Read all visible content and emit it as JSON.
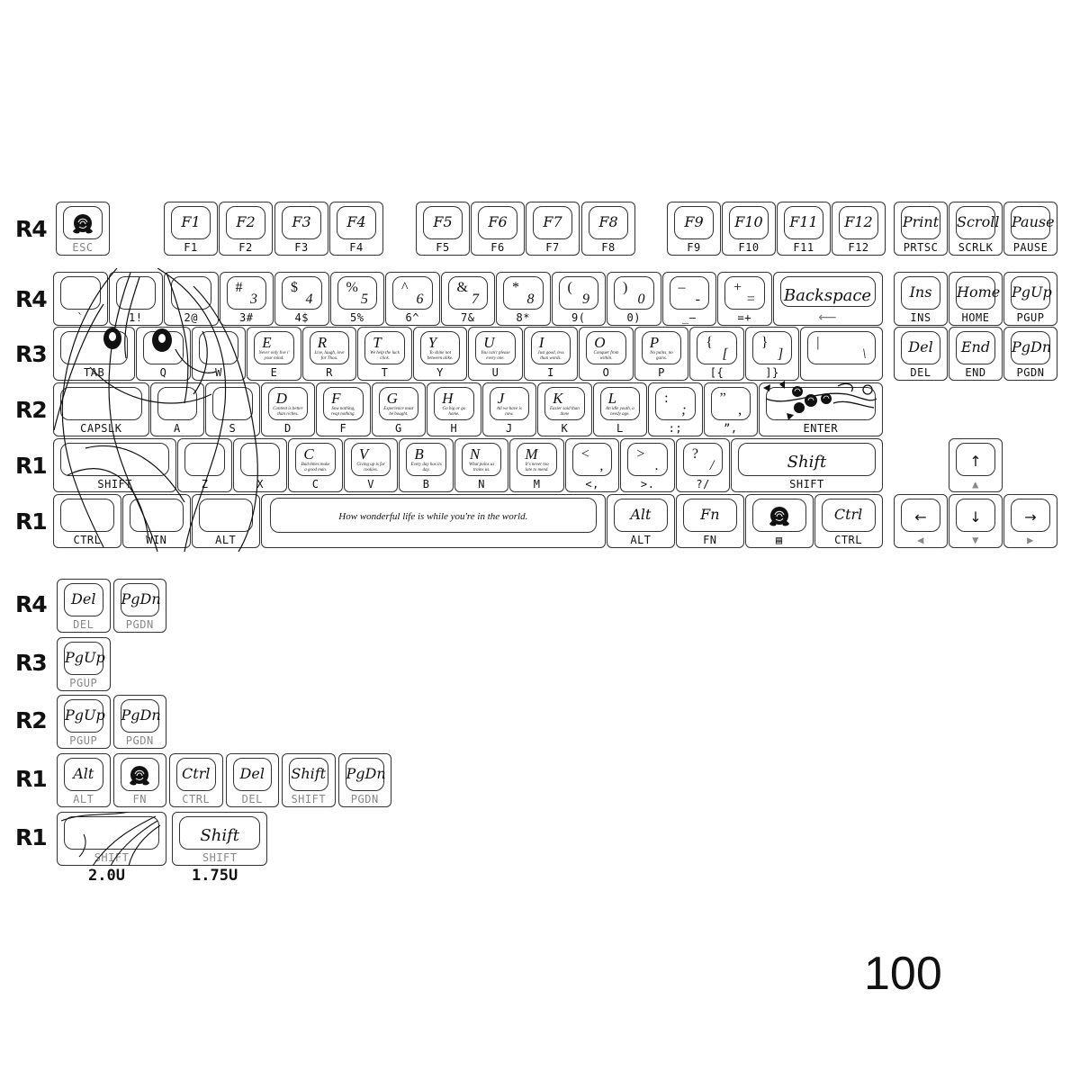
{
  "main": {
    "row_labels": [
      "R4",
      "R4",
      "R3",
      "R2",
      "R1",
      "R1"
    ],
    "rows": [
      {
        "keys": [
          {
            "icon": "rose",
            "sub": "ESC",
            "gray": true
          },
          {
            "legend": "F1",
            "sub": "F1"
          },
          {
            "legend": "F2",
            "sub": "F2"
          },
          {
            "legend": "F3",
            "sub": "F3"
          },
          {
            "legend": "F4",
            "sub": "F4"
          },
          {
            "legend": "F5",
            "sub": "F5"
          },
          {
            "legend": "F6",
            "sub": "F6"
          },
          {
            "legend": "F7",
            "sub": "F7"
          },
          {
            "legend": "F8",
            "sub": "F8"
          },
          {
            "legend": "F9",
            "sub": "F9"
          },
          {
            "legend": "F10",
            "sub": "F10"
          },
          {
            "legend": "F11",
            "sub": "F11"
          },
          {
            "legend": "F12",
            "sub": "F12"
          }
        ]
      },
      {
        "keys": [
          {
            "sub": "`"
          },
          {
            "sub": "1!"
          },
          {
            "sub": "2@"
          },
          {
            "top": "#",
            "bottom": "3",
            "sub": "3#"
          },
          {
            "top": "$",
            "bottom": "4",
            "sub": "4$"
          },
          {
            "top": "%",
            "bottom": "5",
            "sub": "5%"
          },
          {
            "top": "^",
            "bottom": "6",
            "sub": "6^"
          },
          {
            "top": "&",
            "bottom": "7",
            "sub": "7&"
          },
          {
            "top": "*",
            "bottom": "8",
            "sub": "8*"
          },
          {
            "top": "(",
            "bottom": "9",
            "sub": "9("
          },
          {
            "top": ")",
            "bottom": "0",
            "sub": "0)"
          },
          {
            "top": "–",
            "bottom": "-",
            "sub": "_–"
          },
          {
            "top": "+",
            "bottom": "=",
            "sub": "=+"
          },
          {
            "legend": "Backspace",
            "arrow": "⟵",
            "sub": ""
          }
        ]
      },
      {
        "keys": [
          {
            "sub": "TAB"
          },
          {
            "sub": "Q"
          },
          {
            "sub": "W"
          },
          {
            "letter": "E",
            "quote": "Never only live i' your mind.",
            "sub": "E"
          },
          {
            "letter": "R",
            "quote": "Live, laugh, love for Thou.",
            "sub": "R"
          },
          {
            "letter": "T",
            "quote": "We help the luck click.",
            "sub": "T"
          },
          {
            "letter": "Y",
            "quote": "To shine not between alike.",
            "sub": "Y"
          },
          {
            "letter": "U",
            "quote": "You can't please every one.",
            "sub": "U"
          },
          {
            "letter": "I",
            "quote": "Just good, less than words.",
            "sub": "I"
          },
          {
            "letter": "O",
            "quote": "Conquer from within.",
            "sub": "O"
          },
          {
            "letter": "P",
            "quote": "No pains, no gains.",
            "sub": "P"
          },
          {
            "top": "{",
            "bottom": "[",
            "sub": "[{"
          },
          {
            "top": "}",
            "bottom": "]",
            "sub": "]}"
          },
          {
            "top": "|",
            "bottom": "\\",
            "sub": ""
          }
        ]
      },
      {
        "keys": [
          {
            "sub": "CAPSLK"
          },
          {
            "sub": "A"
          },
          {
            "sub": "S"
          },
          {
            "letter": "D",
            "quote": "Content is better than riches.",
            "sub": "D"
          },
          {
            "letter": "F",
            "quote": "Sow nothing, reap nothing.",
            "sub": "F"
          },
          {
            "letter": "G",
            "quote": "Experience must be bought.",
            "sub": "G"
          },
          {
            "letter": "H",
            "quote": "Go big or go home.",
            "sub": "H"
          },
          {
            "letter": "J",
            "quote": "All we have is now.",
            "sub": "J"
          },
          {
            "letter": "K",
            "quote": "Easier said than done",
            "sub": "K"
          },
          {
            "letter": "L",
            "quote": "An idle youth, a needy age.",
            "sub": "L"
          },
          {
            "top": ":",
            "bottom": ";",
            "sub": ":;"
          },
          {
            "top": "”",
            "bottom": ",",
            "sub": "”,"
          },
          {
            "decor": "roses",
            "sub": "ENTER"
          }
        ]
      },
      {
        "keys": [
          {
            "sub": "SHIFT"
          },
          {
            "sub": "Z"
          },
          {
            "sub": "X"
          },
          {
            "letter": "C",
            "quote": "Bad times make a good man.",
            "sub": "C"
          },
          {
            "letter": "V",
            "quote": "Giving up is for rookies.",
            "sub": "V"
          },
          {
            "letter": "B",
            "quote": "Every day has its day.",
            "sub": "B"
          },
          {
            "letter": "N",
            "quote": "What pains us trains us.",
            "sub": "N"
          },
          {
            "letter": "M",
            "quote": "It's never too late to mend.",
            "sub": "M"
          },
          {
            "top": "<",
            "bottom": ",",
            "sub": "<,"
          },
          {
            "top": ">",
            "bottom": ".",
            "sub": ">."
          },
          {
            "top": "?",
            "bottom": "/",
            "sub": "?/"
          },
          {
            "legend": "Shift",
            "sub": "SHIFT"
          }
        ]
      },
      {
        "keys": [
          {
            "sub": "CTRL"
          },
          {
            "sub": "WIN"
          },
          {
            "sub": "ALT"
          },
          {
            "spacequote": "How wonderful life is while you're in the world."
          },
          {
            "legend": "Alt",
            "sub": "ALT"
          },
          {
            "legend": "Fn",
            "sub": "FN"
          },
          {
            "icon": "rose",
            "sub": "▤"
          },
          {
            "legend": "Ctrl",
            "sub": "CTRL"
          }
        ]
      }
    ]
  },
  "nav": {
    "rows": [
      {
        "keys": [
          {
            "legend": "Print",
            "sub": "PRTSC"
          },
          {
            "legend": "Scroll",
            "sub": "SCRLK"
          },
          {
            "legend": "Pause",
            "sub": "PAUSE"
          }
        ]
      },
      {
        "keys": [
          {
            "legend": "Ins",
            "sub": "INS"
          },
          {
            "legend": "Home",
            "sub": "HOME"
          },
          {
            "legend": "PgUp",
            "sub": "PGUP"
          }
        ]
      },
      {
        "keys": [
          {
            "legend": "Del",
            "sub": "DEL"
          },
          {
            "legend": "End",
            "sub": "END"
          },
          {
            "legend": "PgDn",
            "sub": "PGDN"
          }
        ]
      },
      {
        "keys": [
          {
            "glyph": "↑",
            "sub": "▲",
            "gray": true
          }
        ]
      },
      {
        "keys": [
          {
            "glyph": "←",
            "sub": "◀",
            "gray": true
          },
          {
            "glyph": "↓",
            "sub": "▼",
            "gray": true
          },
          {
            "glyph": "→",
            "sub": "▶",
            "gray": true
          }
        ]
      }
    ]
  },
  "extras": {
    "row_labels": [
      "R4",
      "R3",
      "R2",
      "R1",
      "R1"
    ],
    "rows": [
      {
        "keys": [
          {
            "legend": "Del",
            "sub": "DEL",
            "gray": true
          },
          {
            "legend": "PgDn",
            "sub": "PGDN",
            "gray": true
          }
        ]
      },
      {
        "keys": [
          {
            "legend": "PgUp",
            "sub": "PGUP",
            "gray": true
          }
        ]
      },
      {
        "keys": [
          {
            "legend": "PgUp",
            "sub": "PGUP",
            "gray": true
          },
          {
            "legend": "PgDn",
            "sub": "PGDN",
            "gray": true
          }
        ]
      },
      {
        "keys": [
          {
            "legend": "Alt",
            "sub": "ALT",
            "gray": true
          },
          {
            "icon": "rose",
            "sub": "FN",
            "gray": true
          },
          {
            "legend": "Ctrl",
            "sub": "CTRL",
            "gray": true
          },
          {
            "legend": "Del",
            "sub": "DEL",
            "gray": true
          },
          {
            "legend": "Shift",
            "sub": "SHIFT",
            "gray": true
          },
          {
            "legend": "PgDn",
            "sub": "PGDN",
            "gray": true
          }
        ]
      },
      {
        "keys": [
          {
            "sub": "SHIFT",
            "gray": true
          },
          {
            "legend": "Shift",
            "sub": "SHIFT",
            "gray": true
          }
        ]
      }
    ],
    "size_labels": [
      "2.0U",
      "1.75U"
    ]
  },
  "page_number": "100"
}
